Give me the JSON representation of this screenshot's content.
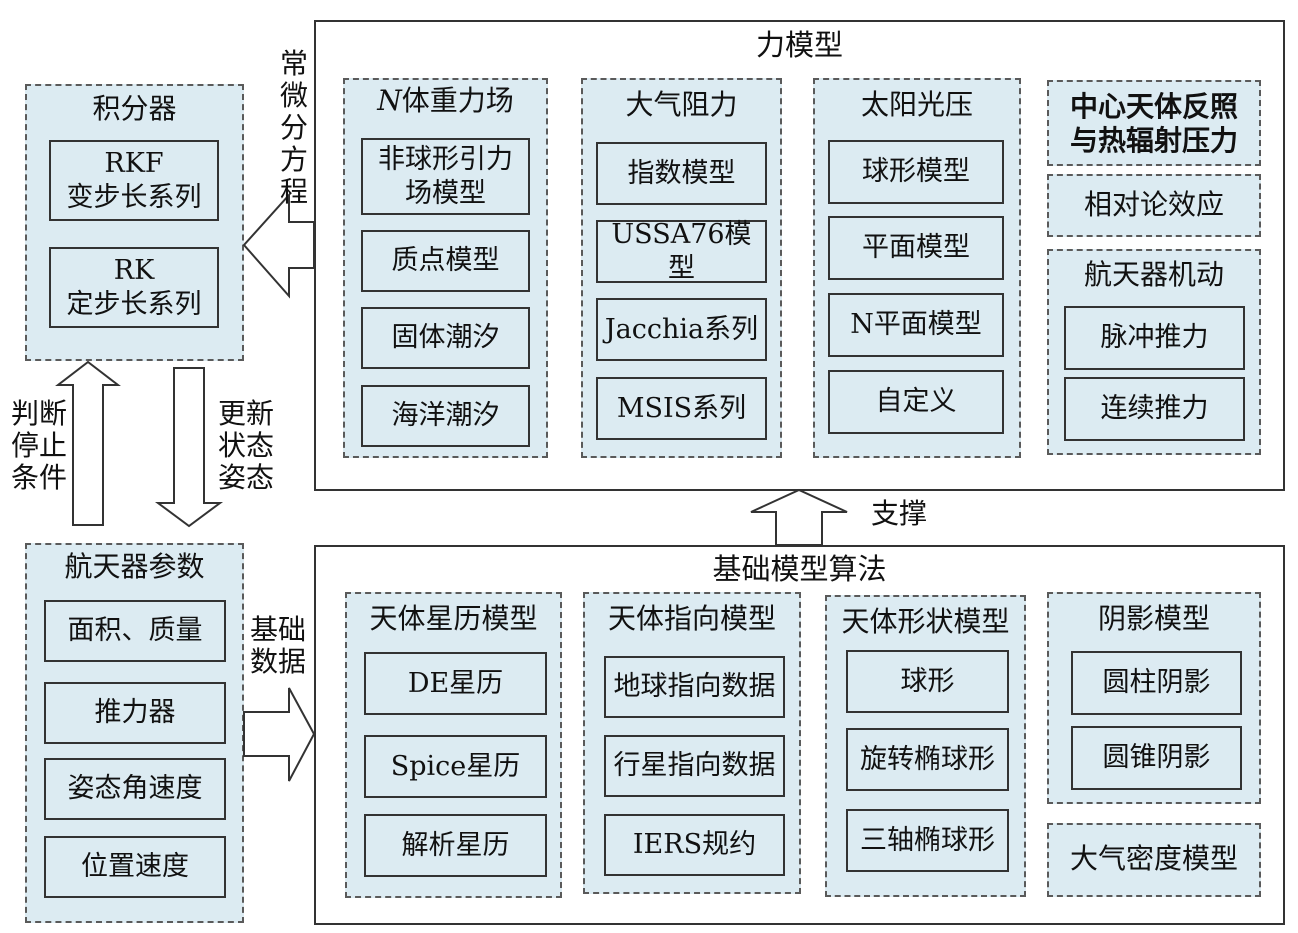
{
  "integrator": {
    "title": "积分器",
    "items": [
      {
        "line1": "RKF",
        "line2": "变步长系列"
      },
      {
        "line1": "RK",
        "line2": "定步长系列"
      }
    ]
  },
  "spacecraft": {
    "title": "航天器参数",
    "items": [
      "面积、质量",
      "推力器",
      "姿态角速度",
      "位置速度"
    ]
  },
  "force_model": {
    "title": "力模型",
    "nbody": {
      "title_prefix": "N",
      "title_rest": "体重力场",
      "items": [
        "非球形引力\n场模型",
        "质点模型",
        "固体潮汐",
        "海洋潮汐"
      ]
    },
    "atmo": {
      "title": "大气阻力",
      "items": [
        "指数模型",
        "USSA76模型",
        "Jacchia系列",
        "MSIS系列"
      ]
    },
    "solar": {
      "title": "太阳光压",
      "items": [
        "球形模型",
        "平面模型",
        "N平面模型",
        "自定义"
      ]
    },
    "albedo": {
      "title": "中心天体反照\n与热辐射压力"
    },
    "relativity": {
      "title": "相对论效应"
    },
    "maneuver": {
      "title": "航天器机动",
      "items": [
        "脉冲推力",
        "连续推力"
      ]
    }
  },
  "base_model": {
    "title": "基础模型算法",
    "ephemeris": {
      "title": "天体星历模型",
      "items": [
        "DE星历",
        "Spice星历",
        "解析星历"
      ]
    },
    "orientation": {
      "title": "天体指向模型",
      "items": [
        "地球指向数据",
        "行星指向数据",
        "IERS规约"
      ]
    },
    "shape": {
      "title": "天体形状模型",
      "items": [
        "球形",
        "旋转椭球形",
        "三轴椭球形"
      ]
    },
    "shadow": {
      "title": "阴影模型",
      "items": [
        "圆柱阴影",
        "圆锥阴影"
      ]
    },
    "density": {
      "title": "大气密度模型"
    }
  },
  "labels": {
    "ode": "常\n微\n分\n方\n程",
    "stop": "判断\n停止\n条件",
    "update": "更新\n状态\n姿态",
    "support": "支撑",
    "basic_data": "基础\n数据"
  }
}
